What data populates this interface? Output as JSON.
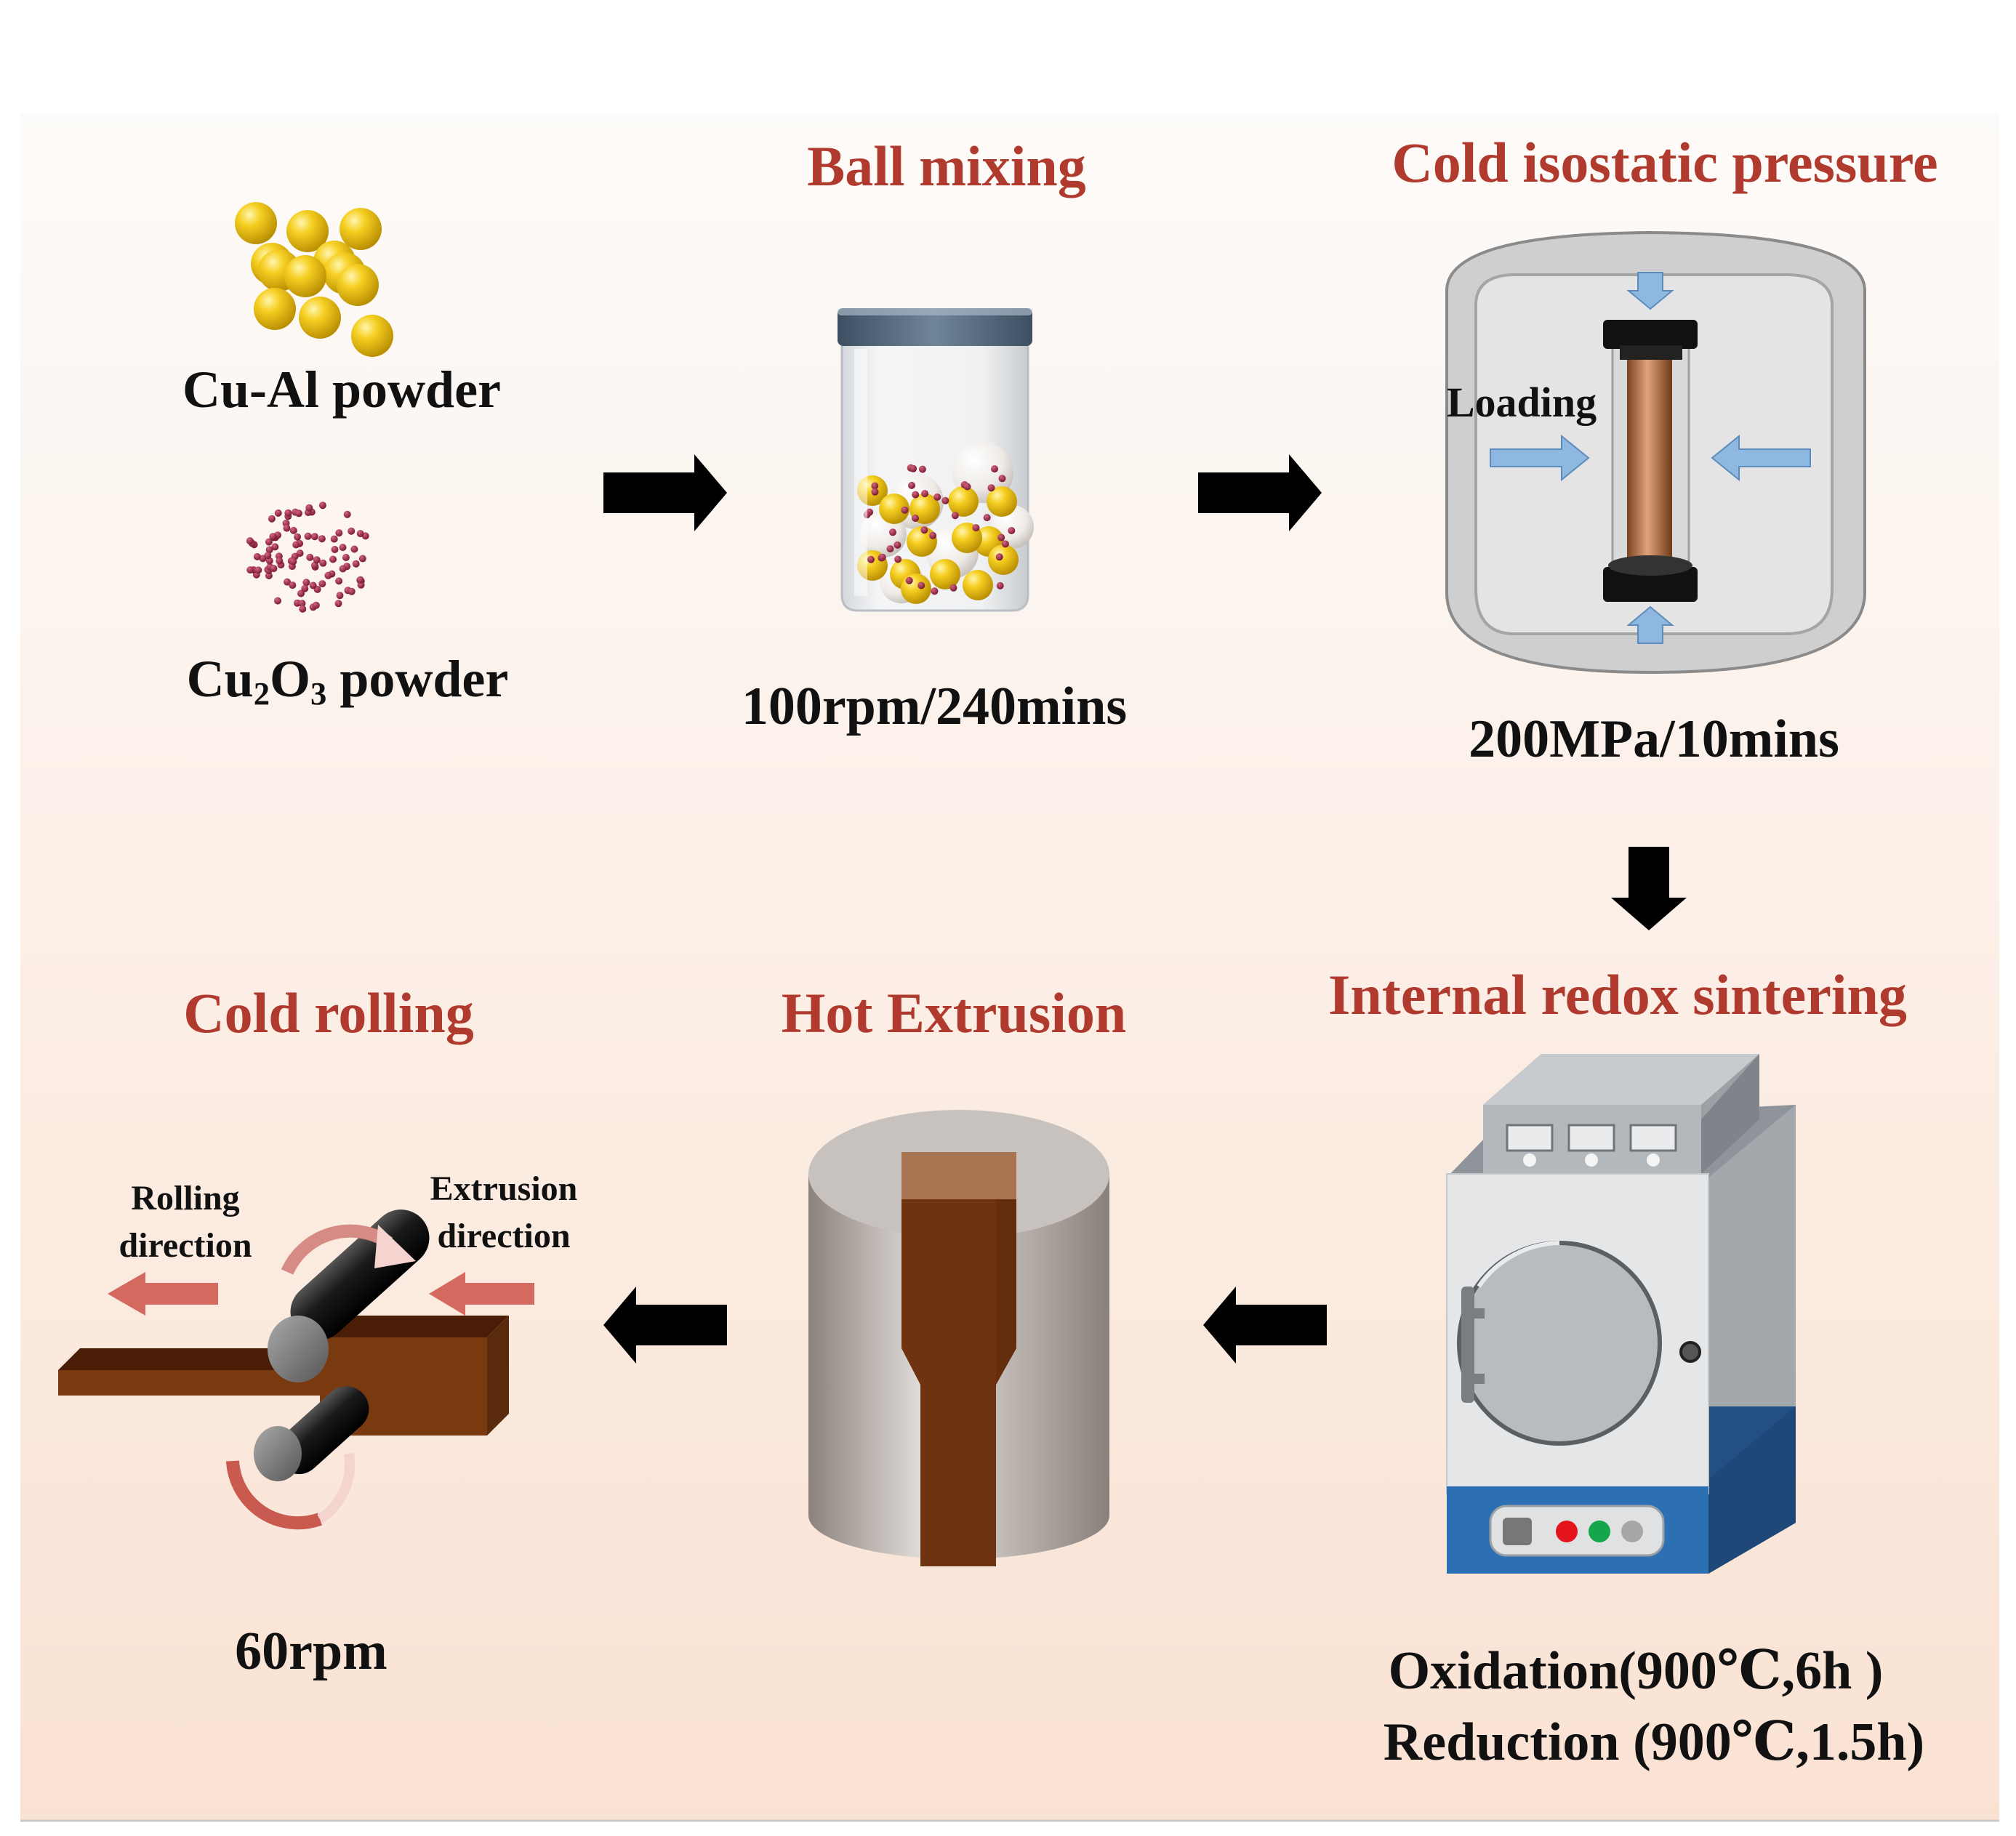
{
  "colors": {
    "title_red": "#b03a2e",
    "bg_top": "#fdfbf9",
    "bg_bottom": "#fae2d3",
    "copper": "#7a3a10",
    "gold": "#f2c21b",
    "oxide": "#8b1a3a",
    "furnace_blue": "#2d6fb3",
    "arrow_blue": "#8fb8e0"
  },
  "steps": {
    "ball_mixing": {
      "title": "Ball mixing",
      "param": "100rpm/240mins"
    },
    "cip": {
      "title": "Cold isostatic pressure",
      "param": "200MPa/10mins",
      "loading_label": "Loading"
    },
    "sintering": {
      "title": "Internal redox sintering",
      "param_line1": "Oxidation(900℃,6h )",
      "param_line2": "Reduction (900℃,1.5h)"
    },
    "extrusion": {
      "title": "Hot Extrusion"
    },
    "rolling": {
      "title": "Cold rolling",
      "param": "60rpm",
      "rolling_dir_1": "Rolling",
      "rolling_dir_2": "direction",
      "extrusion_dir_1": "Extrusion",
      "extrusion_dir_2": "direction"
    }
  },
  "powders": {
    "cu_al": "Cu-Al powder",
    "cu2o3": {
      "pre": "Cu",
      "sub1": "2",
      "mid": "O",
      "sub2": "3",
      "post": " powder"
    }
  },
  "icons": [
    "cu-al-particles-icon",
    "oxide-particles-icon",
    "ball-mill-jar-icon",
    "cip-vessel-icon",
    "sintering-furnace-icon",
    "extrusion-die-icon",
    "rolling-mill-icon",
    "process-arrow-icon"
  ]
}
